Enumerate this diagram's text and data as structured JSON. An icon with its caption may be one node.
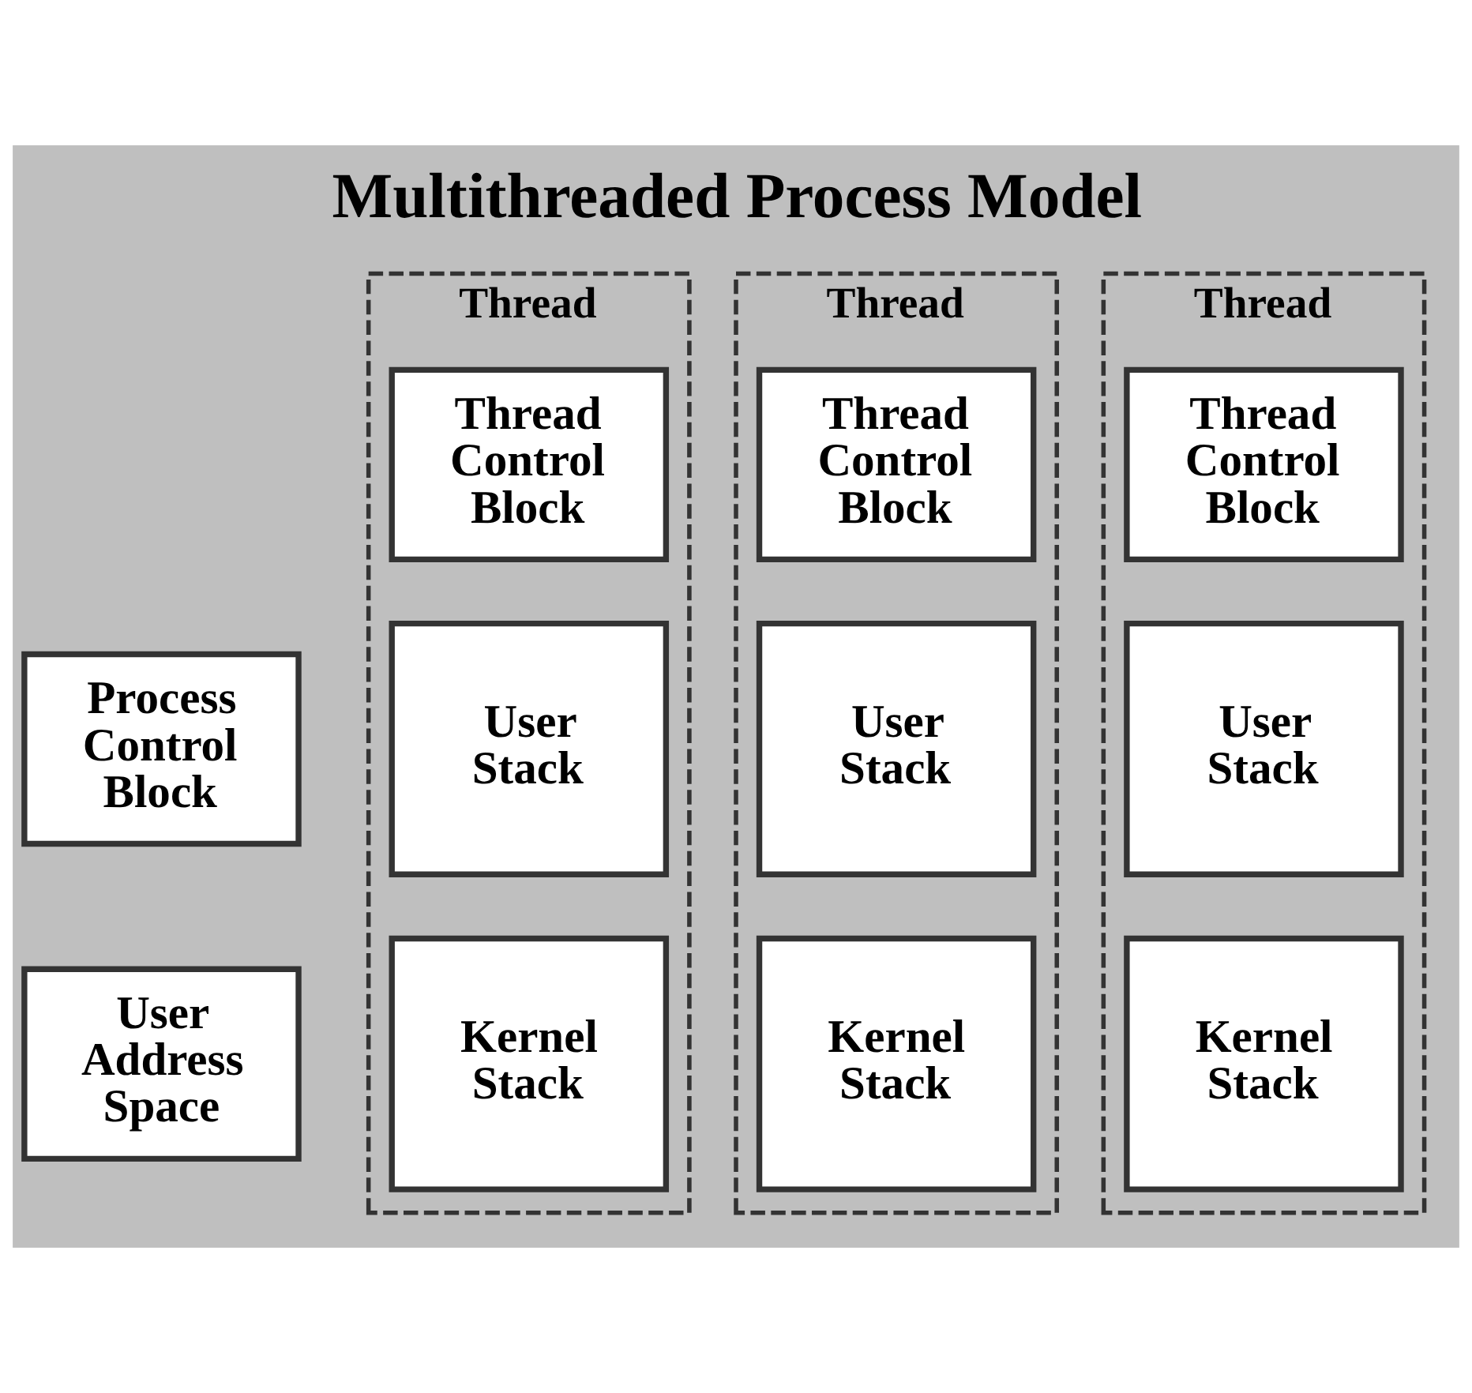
{
  "diagram": {
    "title": "Multithreaded Process Model",
    "nodes": [
      {
        "text": [
          "Process Control Block"
        ]
      },
      {
        "text": [
          "User Address Space"
        ]
      },
      {
        "text": [
          "Thread"
        ]
      },
      {
        "text": [
          "Thread Control Block"
        ],
        "in": 2
      },
      {
        "text": [
          "User Stack"
        ],
        "in": 2
      },
      {
        "text": [
          "Kernel Stack"
        ],
        "in": 2
      },
      {
        "text": [
          "Thread"
        ]
      },
      {
        "text": [
          "Thread Control Block"
        ],
        "in": 6
      },
      {
        "text": [
          "User Stack"
        ],
        "in": 6
      },
      {
        "text": [
          "Kernel Stack"
        ],
        "in": 6
      },
      {
        "text": [
          "Thread"
        ]
      },
      {
        "text": [
          "Thread Control Block"
        ],
        "in": 10
      },
      {
        "text": [
          "User Stack"
        ],
        "in": 10
      },
      {
        "text": [
          "Kernel Stack"
        ],
        "in": 10
      }
    ],
    "edges": []
  }
}
